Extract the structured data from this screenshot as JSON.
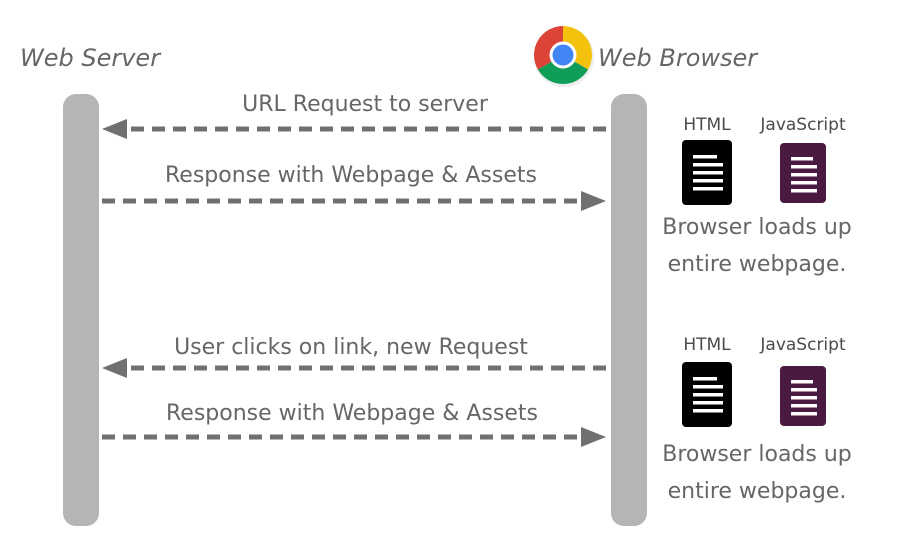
{
  "actors": {
    "server": {
      "label": "Web Server"
    },
    "browser": {
      "label": "Web Browser",
      "icon": "chrome-logo"
    }
  },
  "messages": [
    {
      "text": "URL Request to server",
      "direction": "to-server"
    },
    {
      "text": "Response with Webpage & Assets",
      "direction": "to-browser"
    },
    {
      "text": "User clicks on link, new Request",
      "direction": "to-server"
    },
    {
      "text": "Response with Webpage & Assets",
      "direction": "to-browser"
    }
  ],
  "loads": [
    {
      "docs": [
        {
          "label": "HTML",
          "icon": "html-file-icon",
          "color": "#000000"
        },
        {
          "label": "JavaScript",
          "icon": "javascript-file-icon",
          "color": "#4a1a40"
        }
      ],
      "note_lines": [
        "Browser loads up",
        "entire webpage."
      ]
    },
    {
      "docs": [
        {
          "label": "HTML",
          "icon": "html-file-icon",
          "color": "#000000"
        },
        {
          "label": "JavaScript",
          "icon": "javascript-file-icon",
          "color": "#4a1a40"
        }
      ],
      "note_lines": [
        "Browser loads up",
        "entire webpage."
      ]
    }
  ],
  "colors": {
    "lifeline": "#b5b5b5",
    "arrow": "#707070",
    "text": "#666666",
    "chrome_red": "#db4437",
    "chrome_yellow": "#f4c20d",
    "chrome_green": "#0f9d58",
    "chrome_blue": "#4285f4"
  }
}
